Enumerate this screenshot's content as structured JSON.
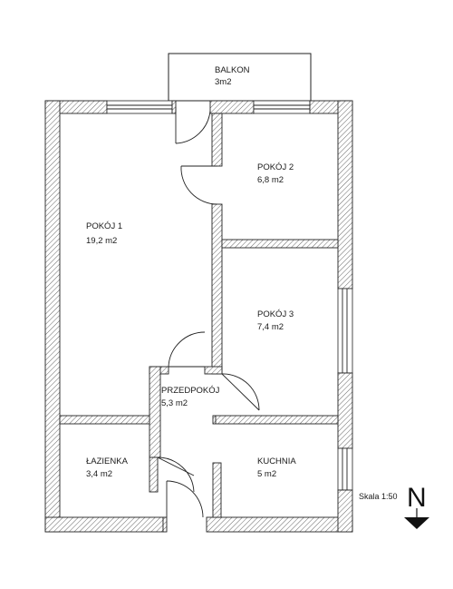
{
  "rooms": {
    "balkon": {
      "name": "BALKON",
      "area": "3m2"
    },
    "pokoj1": {
      "name": "POKÓJ 1",
      "area": "19,2 m2"
    },
    "pokoj2": {
      "name": "POKÓJ 2",
      "area": "6,8 m2"
    },
    "pokoj3": {
      "name": "POKÓJ 3",
      "area": "7,4 m2"
    },
    "przedpokoj": {
      "name": "PRZEDPOKÓJ",
      "area": "5,3 m2"
    },
    "lazienka": {
      "name": "ŁAZIENKA",
      "area": "3,4 m2"
    },
    "kuchnia": {
      "name": "KUCHNIA",
      "area": "5 m2"
    }
  },
  "legend": {
    "scale": "Skala 1:50",
    "north": "N"
  },
  "icons": [
    "north-arrow-icon"
  ]
}
